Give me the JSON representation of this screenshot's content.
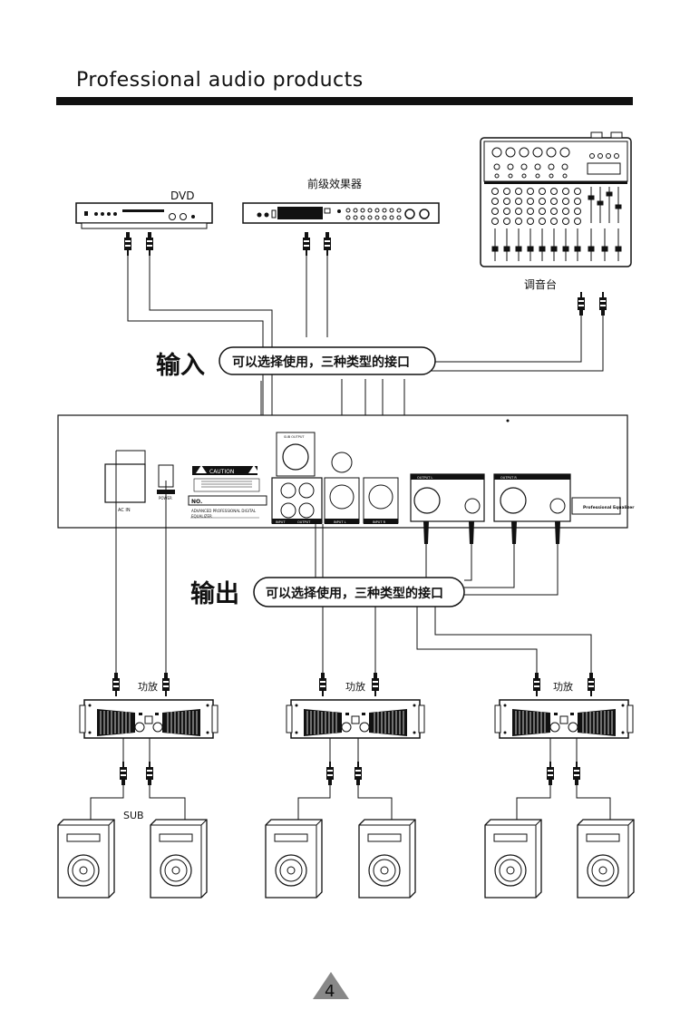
{
  "header": {
    "title": "Professional audio products"
  },
  "sources": {
    "dvd_label": "DVD",
    "preamp_label": "前级效果器",
    "mixer_label": "调音台"
  },
  "input_section": {
    "title": "输入",
    "note": "可以选择使用，三种类型的接口"
  },
  "output_section": {
    "title": "输出",
    "note": "可以选择使用，三种类型的接口"
  },
  "device_panel": {
    "ac_in": "AC IN",
    "power": "POWER",
    "caution": "CAUTION",
    "sub_output": "SUB OUTPUT",
    "input_label": "INPUT",
    "output_label": "OUTPUT",
    "input_l": "INPUT L",
    "input_r": "INPUT R",
    "output_l": "OUTPUT L",
    "output_r": "OUTPUT R",
    "model_line1": "ADVANCED PROFESSIONAL DIGITAL",
    "model_line2": "EQUALIZER",
    "ce_text": "Professional Equalizer",
    "serial": "NO."
  },
  "amplifiers": {
    "label": "功放"
  },
  "speakers": {
    "sub_label": "SUB"
  },
  "footer": {
    "page_number": "4"
  }
}
